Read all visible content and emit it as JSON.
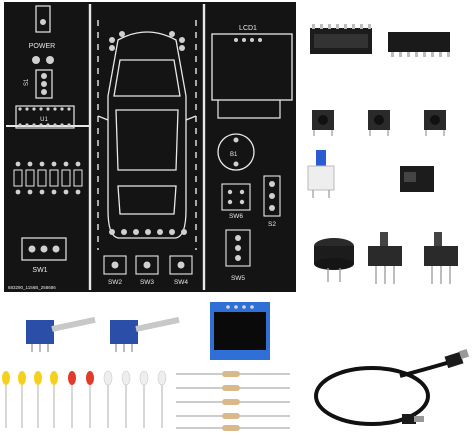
{
  "pcb": {
    "power_label": "POWER",
    "s1_label": "S1",
    "u1_label": "U1",
    "lcd_label": "LCD1",
    "b1_label": "B1",
    "sw6_label": "SW6",
    "s2_label": "S2",
    "sw5_label": "SW5",
    "sw1_label": "SW1",
    "sw2_label": "SW2",
    "sw3_label": "SW3",
    "sw4_label": "SW4",
    "board_id": "683290_1156B_258686"
  },
  "colors": {
    "board": "#141414",
    "silk": "#e8e8e8",
    "pad": "#d0d0d0",
    "background": "#ffffff",
    "oled_blue": "#2f6fd6",
    "switch_blue": "#2b4fa8",
    "led_yellow": "#f2d21e",
    "led_red": "#e33a2a",
    "led_white": "#eeeeee"
  },
  "components": [
    "dip-socket",
    "ic-chip",
    "tactile-buttons",
    "self-lock-switch",
    "dc-jack",
    "buzzer",
    "slide-switches",
    "toggle-switches",
    "oled-display",
    "leds",
    "resistors",
    "usb-cable"
  ]
}
